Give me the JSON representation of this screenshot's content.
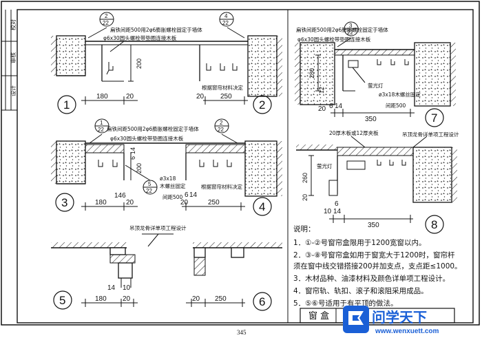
{
  "side_labels": [
    "设计",
    "审核",
    "校对"
  ],
  "detail_numbers": [
    "1",
    "2",
    "3",
    "4",
    "5",
    "6",
    "7",
    "8"
  ],
  "ref_circle": {
    "top": "2",
    "bottom": "22"
  },
  "d1": {
    "note_top": "扁铁间距500用2φ6膨胀螺栓固定于墙体",
    "note_board": "φ6x30圆头螺栓带垫圈连接木板",
    "dim_height": "200",
    "dim_180": "180",
    "dim_20": "20"
  },
  "d2": {
    "ref_top": "4",
    "note_width": "根据窗帘材料决定",
    "dim_20": "20",
    "dim_250": "250"
  },
  "d3": {
    "ref_top": "1",
    "note_top": "扁铁间距500用2φ6膨胀螺栓固定于墙体",
    "note_board": "φ6x30圆头螺栓带垫圈连接木板",
    "dim_200": "200",
    "dim_14": "14",
    "dim_6": "6",
    "dim_180": "180",
    "dim_146": "146",
    "dim_20": "20",
    "ref_mid": "5",
    "note_screw": "ø3x18",
    "note_wire": "木螺丝固定",
    "note_spacing": "间距500"
  },
  "d4": {
    "ref_top": "2",
    "note_width": "根据窗帘材料决定",
    "dim_6": "6",
    "dim_14": "14",
    "dim_20": "20",
    "dim_250": "250"
  },
  "d5": {
    "note_top": "吊顶龙骨详单项工程设计",
    "dim_14": "14",
    "dim_10": "10",
    "dim_180": "180",
    "dim_20": "20"
  },
  "d6": {
    "dim_20": "20",
    "dim_250": "250"
  },
  "d7": {
    "ref_top": "3",
    "note_top": "扁铁间距500用2φ6膨胀螺栓固定于墙体",
    "note_board": "φ6x30圆头螺栓带垫圈连接木板",
    "dim_280": "280",
    "dim_12": "12",
    "dim_6": "6",
    "dim_14": "14",
    "dim_20": "20",
    "dim_350": "350",
    "note_lamp": "萤光灯",
    "note_screw": "ø3x18木螺丝固定",
    "note_spacing": "间距500"
  },
  "d8": {
    "note_board": "20厚木板或12厚夹板",
    "note_ceiling": "吊顶龙骨详单项工程设计",
    "note_lamp": "萤光灯",
    "dim_260": "260",
    "dim_20": "20",
    "dim_6": "6",
    "dim_10": "10",
    "dim_14": "14",
    "dim_350": "350"
  },
  "notes": {
    "title": "说明：",
    "lines": [
      "1．①-②号窗帘盒限用于1200宽窗以内。",
      "2．③-⑧号窗帘盒如用于窗宽大于1200时，窗帘杆",
      "须在窗中线交错搭接200并加支点，支点距≤1000。",
      "3．木材品种、油漆材料及颜色详单项工程设计。",
      "4．窗帘轨、轨扣、滚子和滚阻采用成品。",
      "5．⑤⑥号适用于有平顶的做法。"
    ]
  },
  "title_block": {
    "text": "窗  盒"
  },
  "page_number": "345",
  "watermark": {
    "text": "问学天下",
    "url": "www.wenxuett.com"
  },
  "colors": {
    "watermark_blue": "#1a5fd6",
    "line": "#111111",
    "hatch": "#333333"
  }
}
